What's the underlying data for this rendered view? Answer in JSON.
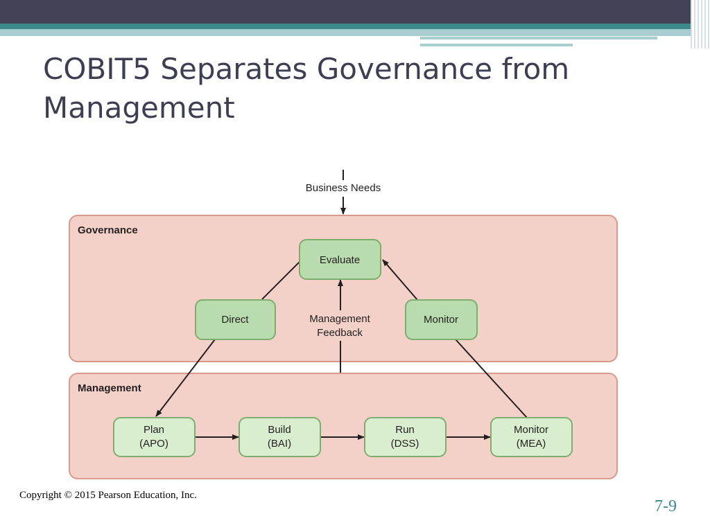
{
  "slide": {
    "title": "COBIT5 Separates Governance from Management",
    "copyright": "Copyright © 2015 Pearson Education, Inc.",
    "page_number": "7-9"
  },
  "diagram": {
    "input_label": "Business Needs",
    "governance": {
      "label": "Governance",
      "evaluate": "Evaluate",
      "direct": "Direct",
      "monitor": "Monitor",
      "feedback_line1": "Management",
      "feedback_line2": "Feedback"
    },
    "management": {
      "label": "Management",
      "steps": [
        {
          "line1": "Plan",
          "line2": "(APO)"
        },
        {
          "line1": "Build",
          "line2": "(BAI)"
        },
        {
          "line1": "Run",
          "line2": "(DSS)"
        },
        {
          "line1": "Monitor",
          "line2": "(MEA)"
        }
      ]
    },
    "colors": {
      "zone_fill": "#f3d1c8",
      "zone_stroke": "#d99a8c",
      "node_fill_green": "#b8dcae",
      "node_fill_light": "#d9edcf",
      "node_stroke": "#7dae6e",
      "arrow": "#231f20"
    }
  }
}
